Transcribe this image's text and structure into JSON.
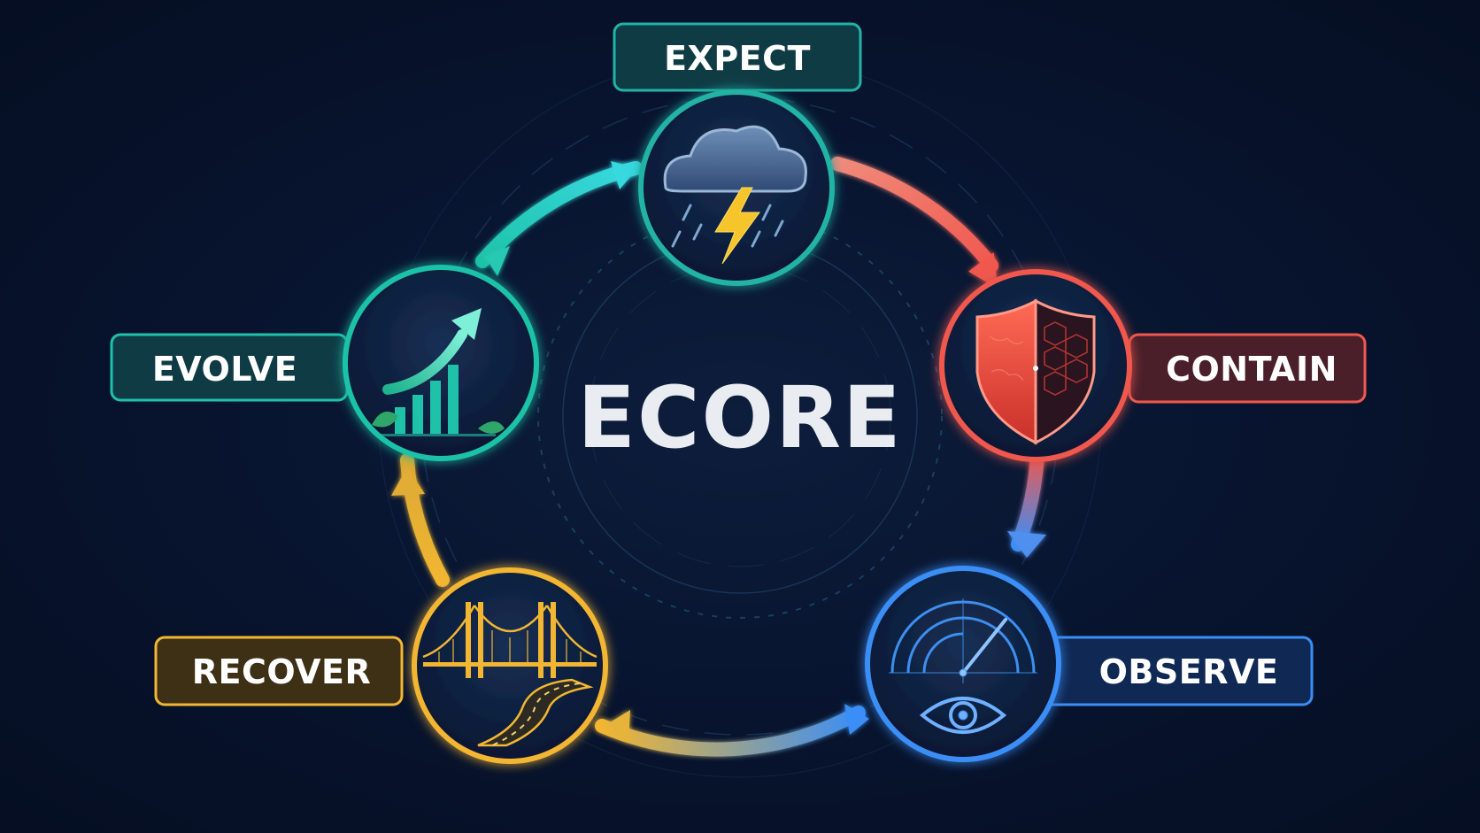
{
  "center": {
    "title": "ECORE"
  },
  "stages": [
    {
      "id": "expect",
      "label": "EXPECT",
      "icon": "storm-cloud-icon",
      "color": "#22b3a6"
    },
    {
      "id": "contain",
      "label": "CONTAIN",
      "icon": "shield-icon",
      "color": "#f0584e"
    },
    {
      "id": "observe",
      "label": "OBSERVE",
      "icon": "radar-eye-icon",
      "color": "#3b8ef5"
    },
    {
      "id": "recover",
      "label": "RECOVER",
      "icon": "bridge-road-icon",
      "color": "#f2b632"
    },
    {
      "id": "evolve",
      "label": "EVOLVE",
      "icon": "growth-chart-icon",
      "color": "#1fc2a8"
    }
  ]
}
